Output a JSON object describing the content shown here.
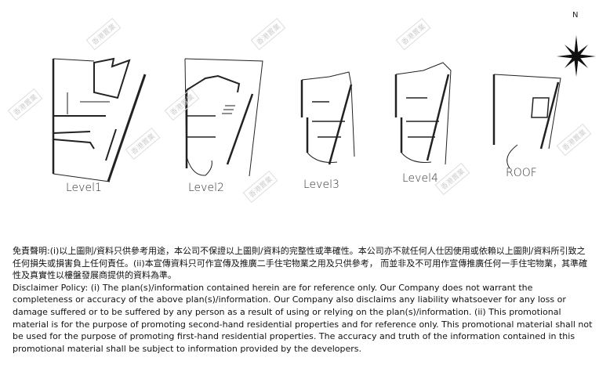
{
  "plans": {
    "levels": [
      "Level1",
      "Level2",
      "Level3",
      "Level4",
      "ROOF"
    ],
    "compass_label": "N",
    "watermark": "香港置業"
  },
  "disclaimer": {
    "chinese": "免責聲明:(i)以上圖則/資料只供參考用途，本公司不保證以上圖則/資料的完整性或準確性。本公司亦不就任何人仕因使用或依賴以上圖則/資料所引致之任何損失或損害負上任何責任。(ii)本宣傳資料只可作宣傳及推廣二手住宅物業之用及只供參考， 而並非及不可用作宣傳推廣任何一手住宅物業，其準確性及真實性以樓盤發展商提供的資料為準。",
    "english": "Disclaimer Policy: (i) The plan(s)/information contained herein are for reference only. Our Company does not warrant the completeness or accuracy of the above plan(s)/information. Our Company also disclaims any liability whatsoever for any loss or damage suffered or to be suffered by any person as a result of using or relying on the plan(s)/information. (ii) This promotional material is for the purpose of promoting second-hand residential properties and for reference only. This promotional material shall not be used for the purpose of promoting first-hand residential properties. The accuracy and truth of the information contained in this promotional material shall be subject to information provided by the developers."
  }
}
